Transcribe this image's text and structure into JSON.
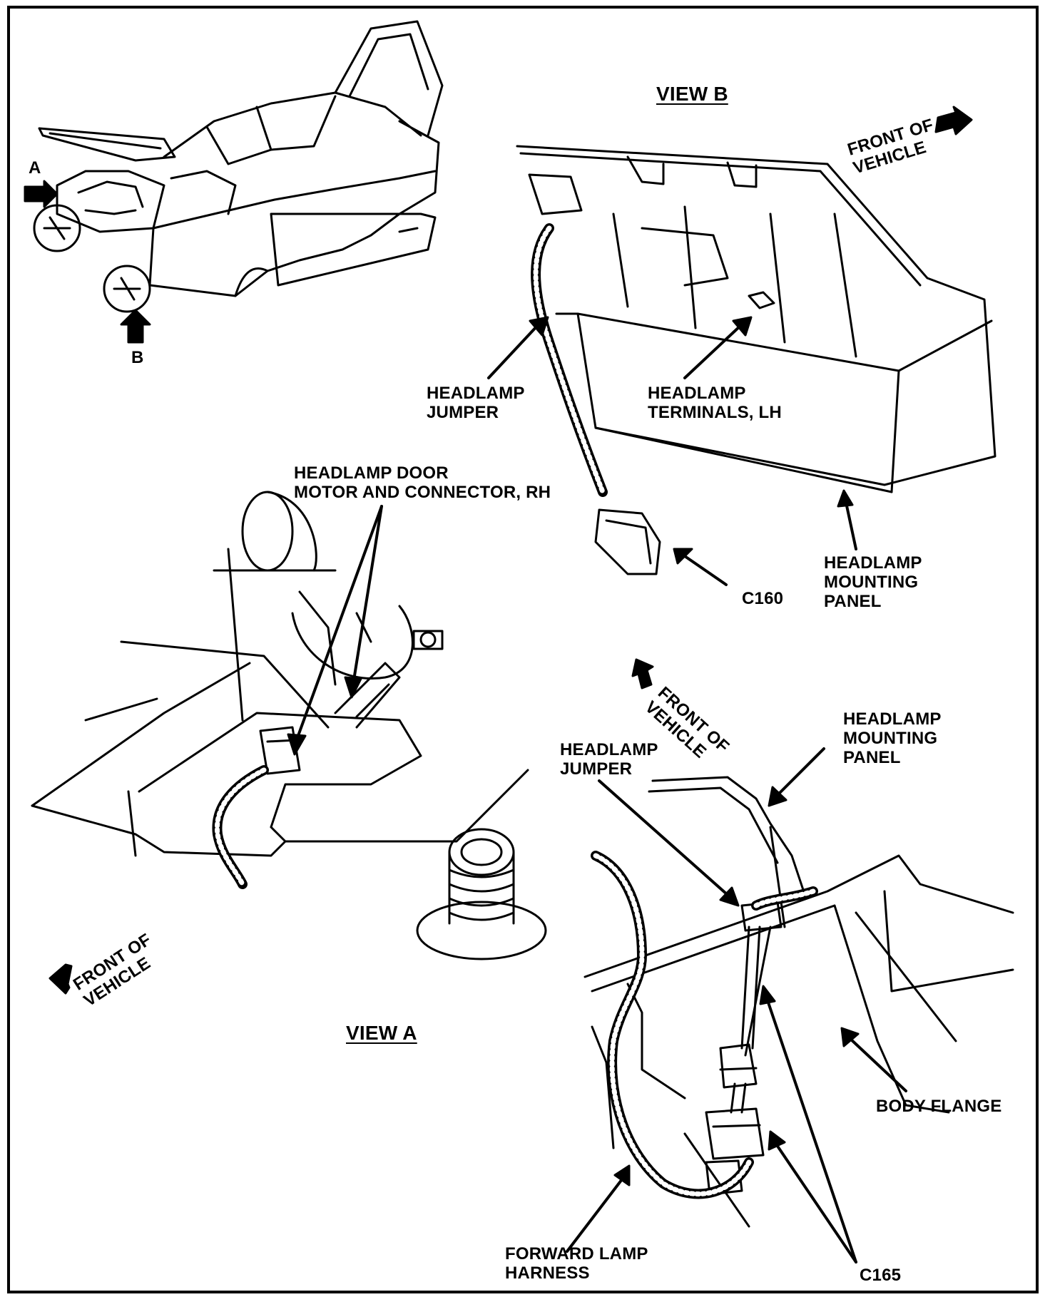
{
  "figure": {
    "view_b_title": "VIEW B",
    "view_a_title": "VIEW A",
    "overview_callout_a": "A",
    "overview_callout_b": "B"
  },
  "view_b": {
    "front_of_vehicle": "FRONT OF\nVEHICLE",
    "headlamp_jumper": "HEADLAMP\nJUMPER",
    "headlamp_terminals": "HEADLAMP\nTERMINALS, LH",
    "c160": "C160",
    "headlamp_mounting_panel": "HEADLAMP\nMOUNTING\nPANEL"
  },
  "view_a": {
    "motor_connector": "HEADLAMP DOOR\nMOTOR AND CONNECTOR, RH",
    "front_of_vehicle": "FRONT OF\nVEHICLE"
  },
  "view_c": {
    "front_of_vehicle": "FRONT OF\nVEHICLE",
    "headlamp_mounting_panel": "HEADLAMP\nMOUNTING\nPANEL",
    "headlamp_jumper": "HEADLAMP\nJUMPER",
    "body_flange": "BODY FLANGE",
    "forward_lamp_harness": "FORWARD LAMP\nHARNESS",
    "c165": "C165"
  }
}
